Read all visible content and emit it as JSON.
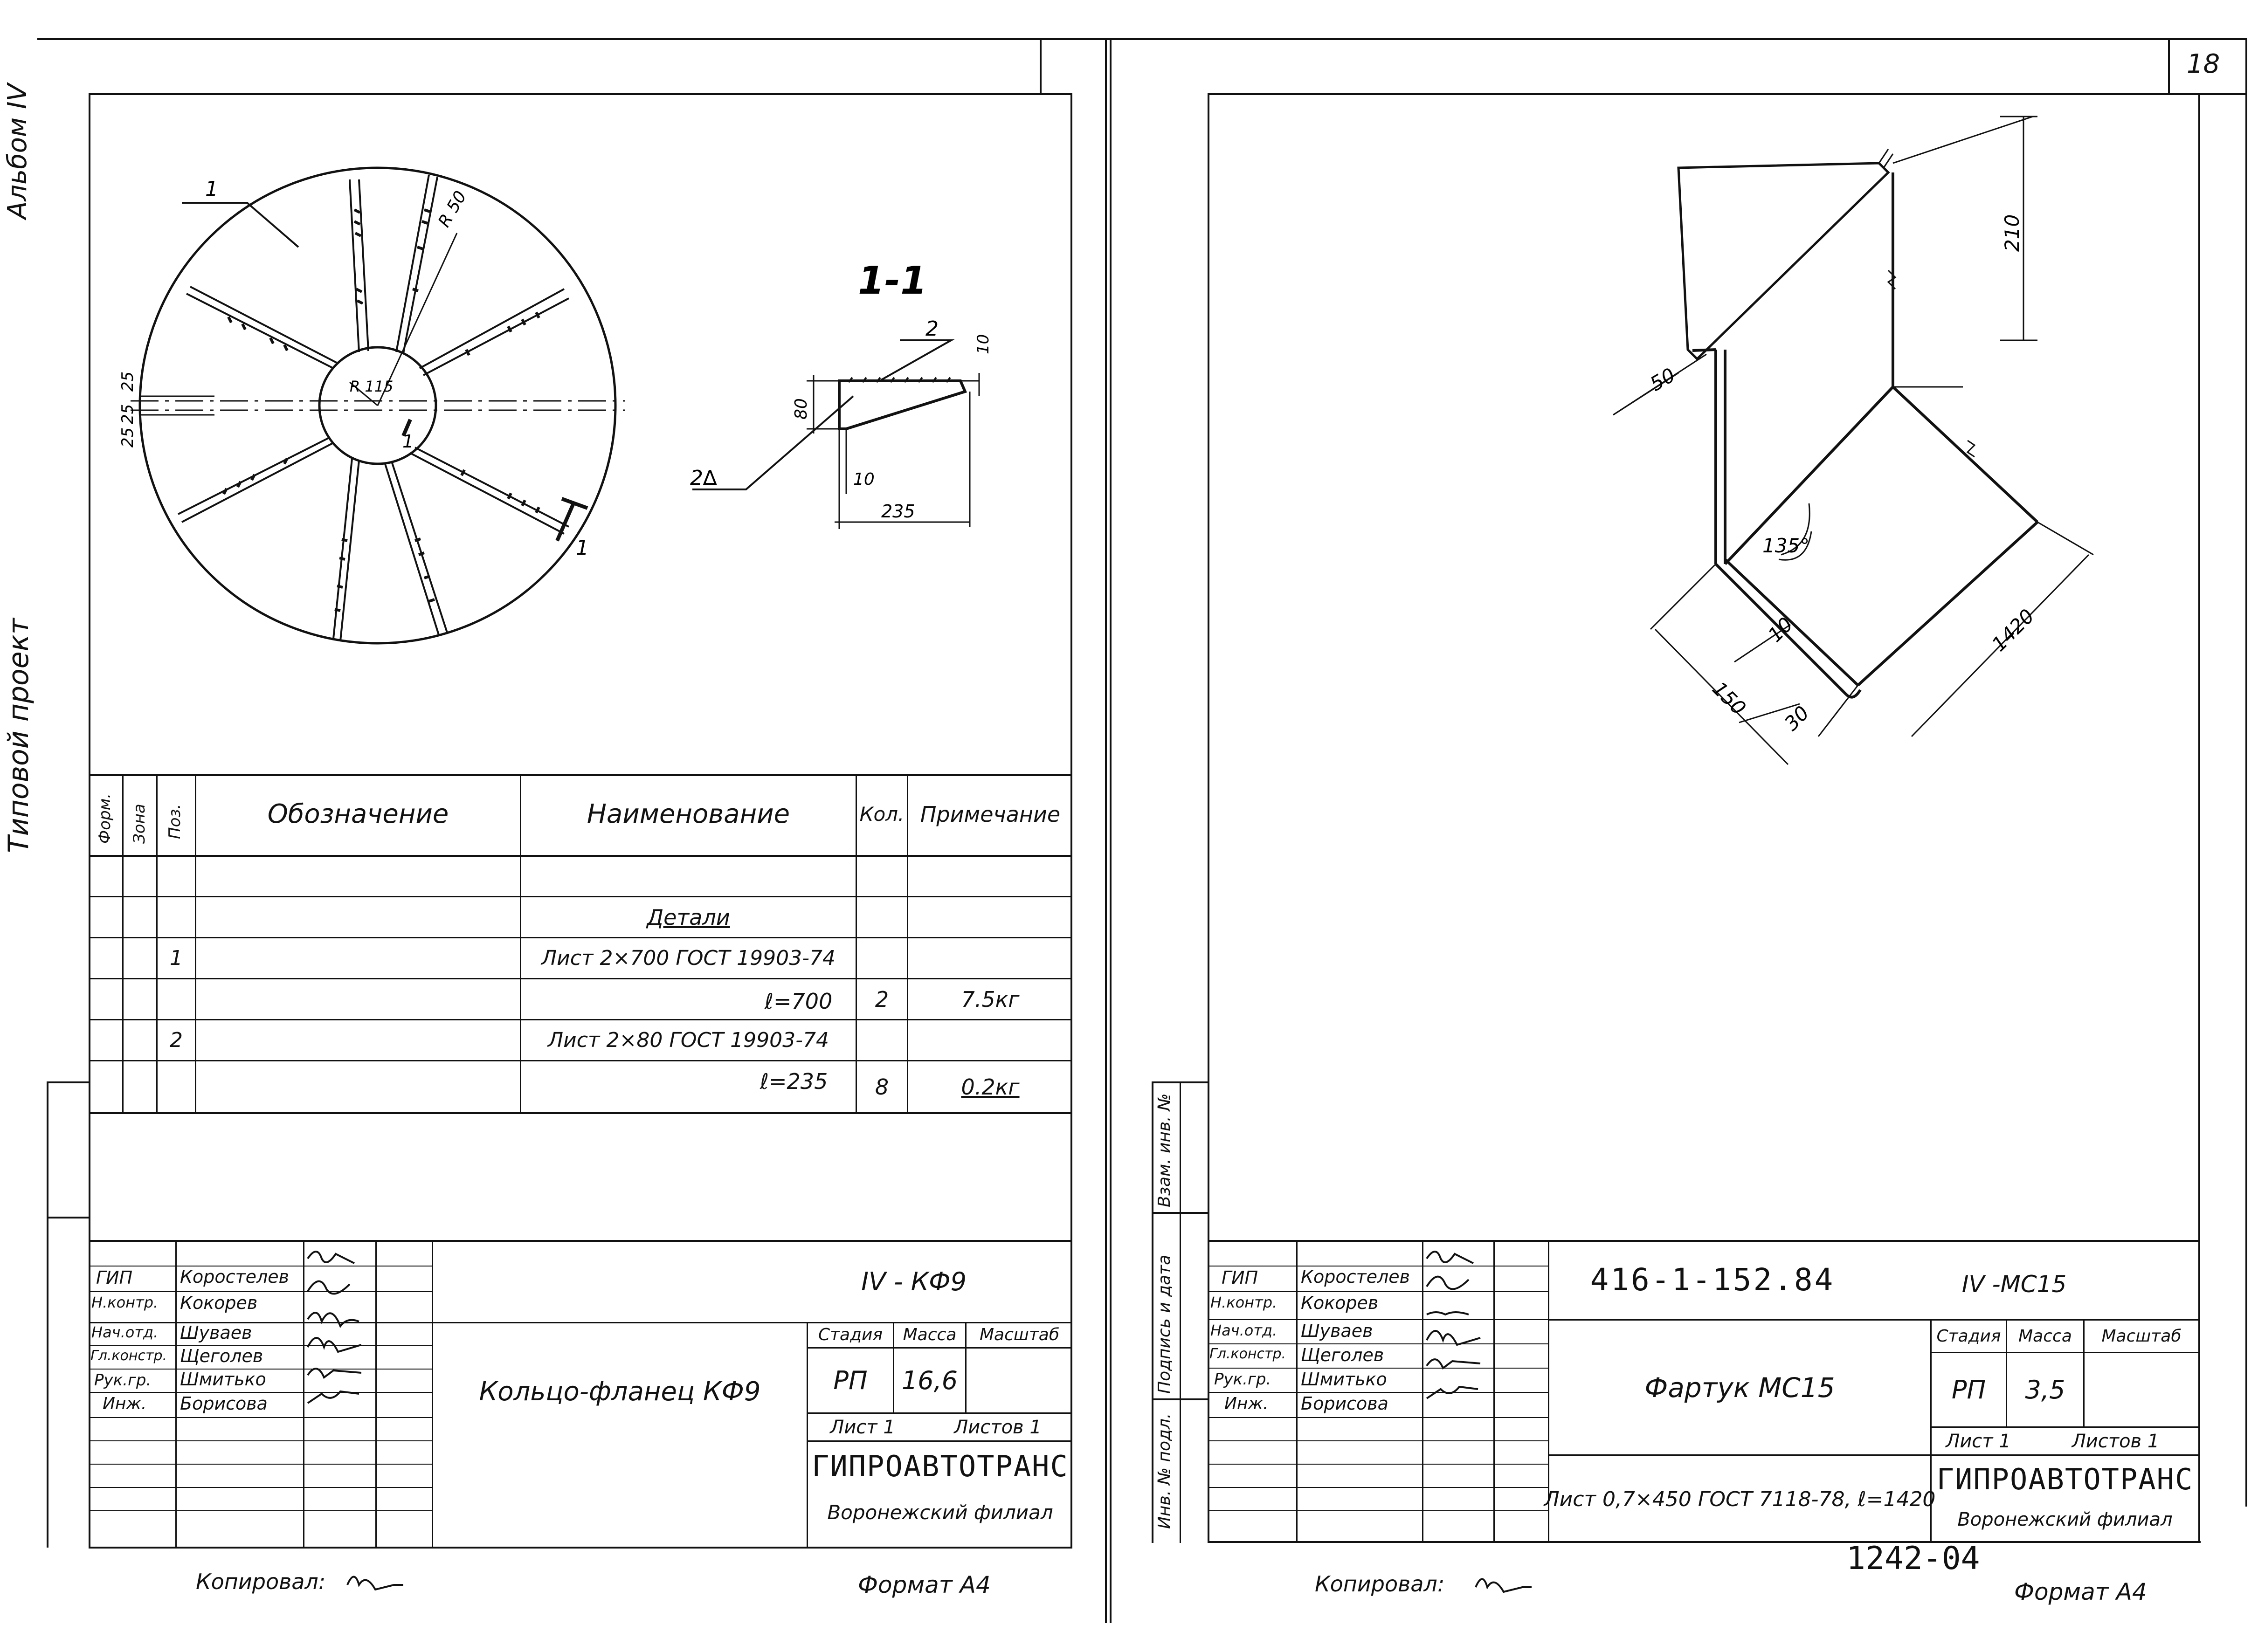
{
  "left_sheet": {
    "album": "Альбом IV",
    "project": "Типовой проект",
    "section_title": "1-1",
    "callouts": {
      "part1": "1",
      "part2": "2",
      "weld": "2∆",
      "cut_mark_a": "1",
      "cut_mark_b": "1"
    },
    "plan_dims": {
      "r50": "R 50",
      "r115": "R 115",
      "d25a": "25",
      "d25b": "25",
      "d25c": "25"
    },
    "section_dims": {
      "d10_top": "10",
      "d80": "80",
      "d10_bottom": "10",
      "d235": "235"
    },
    "spec_headers": {
      "format": "Форм.",
      "zone": "Зона",
      "pos": "Поз.",
      "designation": "Обозначение",
      "name": "Наименование",
      "qty": "Кол.",
      "note": "Примечание"
    },
    "spec_rows": [
      {
        "pos": "",
        "name": "",
        "qty": "",
        "note": ""
      },
      {
        "pos": "",
        "name": "Детали",
        "qty": "",
        "note": ""
      },
      {
        "pos": "1",
        "name": "Лист 2×700 ГОСТ 19903-74",
        "qty": "",
        "note": ""
      },
      {
        "pos": "",
        "name": "ℓ=700",
        "qty": "2",
        "note": "7.5кг"
      },
      {
        "pos": "2",
        "name": "Лист 2×80 ГОСТ 19903-74",
        "qty": "",
        "note": ""
      },
      {
        "pos": "",
        "name": "ℓ=235",
        "qty": "8",
        "note": "0.2кг"
      }
    ],
    "signers": [
      {
        "role": "ГИП",
        "name": "Коростелев"
      },
      {
        "role": "Н.контр.",
        "name": "Кокорев"
      },
      {
        "role": "Нач.отд.",
        "name": "Шуваев"
      },
      {
        "role": "Гл.констр.",
        "name": "Щеголев"
      },
      {
        "role": "Рук.гр.",
        "name": "Шмитько"
      },
      {
        "role": "Инж.",
        "name": "Борисова"
      }
    ],
    "code": "IV - КФ9",
    "title": "Кольцо-фланец КФ9",
    "stage_label": "Стадия",
    "mass_label": "Масса",
    "scale_label": "Масштаб",
    "stage": "РП",
    "mass": "16,6",
    "scale": "",
    "sheet": "Лист 1",
    "sheets": "Листов 1",
    "org": "ГИПРОАВТОТРАНС",
    "branch": "Воронежский филиал",
    "copied": "Копировал:",
    "format": "Формат А4"
  },
  "right_sheet": {
    "page_number": "18",
    "side_labels": {
      "inv_no": "Инв. № подл.",
      "sign_date": "Подпись и дата",
      "replace_inv": "Взам. инв. №"
    },
    "dims": {
      "d210": "210",
      "d50": "50",
      "angle": "135°",
      "d10": "10",
      "d1420": "1420",
      "d150": "150",
      "d30": "30"
    },
    "signers": [
      {
        "role": "ГИП",
        "name": "Коростелев"
      },
      {
        "role": "Н.контр.",
        "name": "Кокорев"
      },
      {
        "role": "Нач.отд.",
        "name": "Шуваев"
      },
      {
        "role": "Гл.констр.",
        "name": "Щеголев"
      },
      {
        "role": "Рук.гр.",
        "name": "Шмитько"
      },
      {
        "role": "Инж.",
        "name": "Борисова"
      }
    ],
    "doc_number": "416-1-152.84",
    "code": "IV -МС15",
    "title": "Фартук МС15",
    "material": "Лист 0,7×450 ГОСТ 7118-78, ℓ=1420",
    "stage_label": "Стадия",
    "mass_label": "Масса",
    "scale_label": "Масштаб",
    "stage": "РП",
    "mass": "3,5",
    "scale": "",
    "sheet": "Лист 1",
    "sheets": "Листов 1",
    "org": "ГИПРОАВТОТРАНС",
    "branch": "Воронежский филиал",
    "archive_no": "1242-04",
    "copied": "Копировал:",
    "format": "Формат А4"
  }
}
